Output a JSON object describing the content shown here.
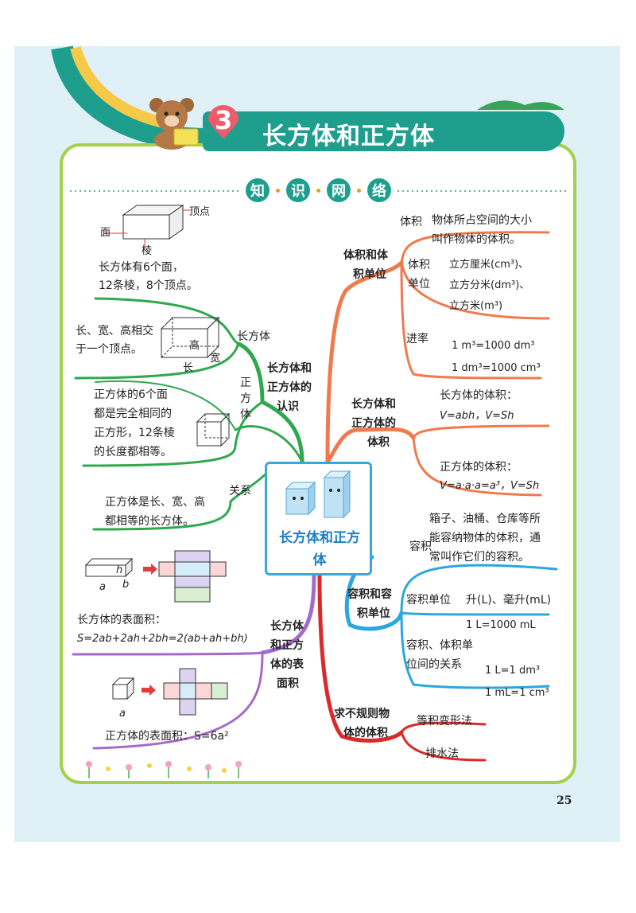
{
  "chapter": {
    "number": "3",
    "title": "长方体和正方体"
  },
  "section_title": [
    "知",
    "识",
    "网",
    "络"
  ],
  "center_topic": "长方体和正方体",
  "page_number": "25",
  "left": {
    "cuboid_figure_labels": {
      "face": "面",
      "edge": "棱",
      "vertex": "顶点"
    },
    "cuboid_facts": [
      "长方体有6个面，",
      "12条棱，8个顶点。"
    ],
    "cuboid_dims": [
      "长、宽、高相交",
      "于一个顶点。"
    ],
    "dim_labels": {
      "length": "长",
      "width": "宽",
      "height": "高"
    },
    "branch_cuboid": "长方体",
    "branch_cube": [
      "正",
      "方",
      "体"
    ],
    "cube_facts": [
      "正方体的6个面",
      "都是完全相同的",
      "正方形，12条棱",
      "的长度都相等。"
    ],
    "branch_relation": "关系",
    "relation_text": [
      "正方体是长、宽、高",
      "都相等的长方体。"
    ],
    "recognition_node": [
      "长方体和",
      "正方体的",
      "认识"
    ],
    "net_labels": {
      "a": "a",
      "b": "b",
      "h": "h"
    },
    "cuboid_surface_title": "长方体的表面积：",
    "cuboid_surface_formula": "S=2ab+2ah+2bh=2(ab+ah+bh)",
    "surface_node": [
      "长方体",
      "和正方",
      "体的表",
      "面积"
    ],
    "cube_surface_formula": "正方体的表面积：S=6a²"
  },
  "right": {
    "volume_node": [
      "体积和体",
      "积单位"
    ],
    "volume_label": "体积",
    "volume_def": [
      "物体所占空间的大小",
      "叫作物体的体积。"
    ],
    "vunit_label": [
      "体积",
      "单位"
    ],
    "vunits": [
      "立方厘米(cm³)、",
      "立方分米(dm³)、",
      "立方米(m³)"
    ],
    "rate_label": "进率",
    "vrates": [
      "1 m³=1000 dm³",
      "1 dm³=1000 cm³"
    ],
    "calc_node": [
      "长方体和",
      "正方体的",
      "体积"
    ],
    "cuboid_volume_title": "长方体的体积：",
    "cuboid_volume_formula": "V=abh，V=Sh",
    "cube_volume_title": "正方体的体积：",
    "cube_volume_formula": "V=a·a·a=a³，V=Sh",
    "capacity_node": [
      "容积和容",
      "积单位"
    ],
    "capacity_label": "容积",
    "capacity_def": [
      "箱子、油桶、仓库等所",
      "能容纳物体的体积，通",
      "常叫作它们的容积。"
    ],
    "cunit_label": "容积单位",
    "cunits": "升(L)、毫升(mL)",
    "cunit_rate": "1 L=1000 mL",
    "relation_label": [
      "容积、体积单",
      "位间的关系"
    ],
    "crates": [
      "1 L=1 dm³",
      "1 mL=1 cm³"
    ],
    "irregular_node": [
      "求不规则物",
      "体的体积"
    ],
    "methods": [
      "等积变形法",
      "排水法"
    ]
  },
  "colors": {
    "teal": "#1e9f8e",
    "green": "#2fa84f",
    "purple": "#a36bc9",
    "orange": "#f07a4d",
    "blue": "#2aa7dd",
    "red": "#d92b2b",
    "lime": "#a7d04a"
  }
}
